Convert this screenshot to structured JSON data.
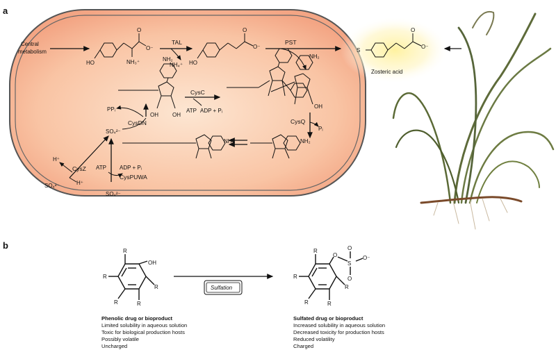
{
  "panel_a": {
    "label": "a",
    "central_metabolism": [
      "Central",
      "metabolism"
    ],
    "zosteric_acid": "Zosteric acid",
    "enzymes": {
      "tal": "TAL",
      "pst": "PST",
      "cysc": "CysC",
      "cysq": "CysQ",
      "cysdn": "CysDN",
      "cysz": "CysZ",
      "cyspuwa": "CysPUWA"
    },
    "species": {
      "nh4": "NH₄⁺",
      "atp_c": "ATP",
      "adp_pi_c": "ADP + Pᵢ",
      "pp": "PPᵢ",
      "pi_q": "Pᵢ",
      "so4_mid": "SO₄²⁻",
      "h_in": "H⁺",
      "h_out": "H⁺",
      "so4_out": "SO₄²⁻",
      "atp_p": "ATP",
      "adp_pi_p": "ADP + Pᵢ",
      "so4_bottom": "SO₄²⁻"
    },
    "atoms": {
      "ho": "HO",
      "o_minus": "O⁻",
      "o": "O",
      "nh3": "NH₃⁺",
      "nh2": "NH₂",
      "n": "N",
      "s": "S",
      "p": "P",
      "oh": "OH"
    }
  },
  "panel_b": {
    "label": "b",
    "sulfation": "Sulfation",
    "r": "R",
    "oh": "OH",
    "o": "O",
    "s": "S",
    "o_minus": "O⁻",
    "left_title": "Phenolic drug or bioproduct",
    "left_props": [
      "Limited solubility in aqueous solution",
      "Toxic for biological production hosts",
      "Possibly volatile",
      "Uncharged"
    ],
    "right_title": "Sulfated drug or bioproduct",
    "right_props": [
      "Increased solubility in aqueous solution",
      "Decreased toxicity for production hosts",
      "Reduced volatility",
      "Charged"
    ]
  }
}
